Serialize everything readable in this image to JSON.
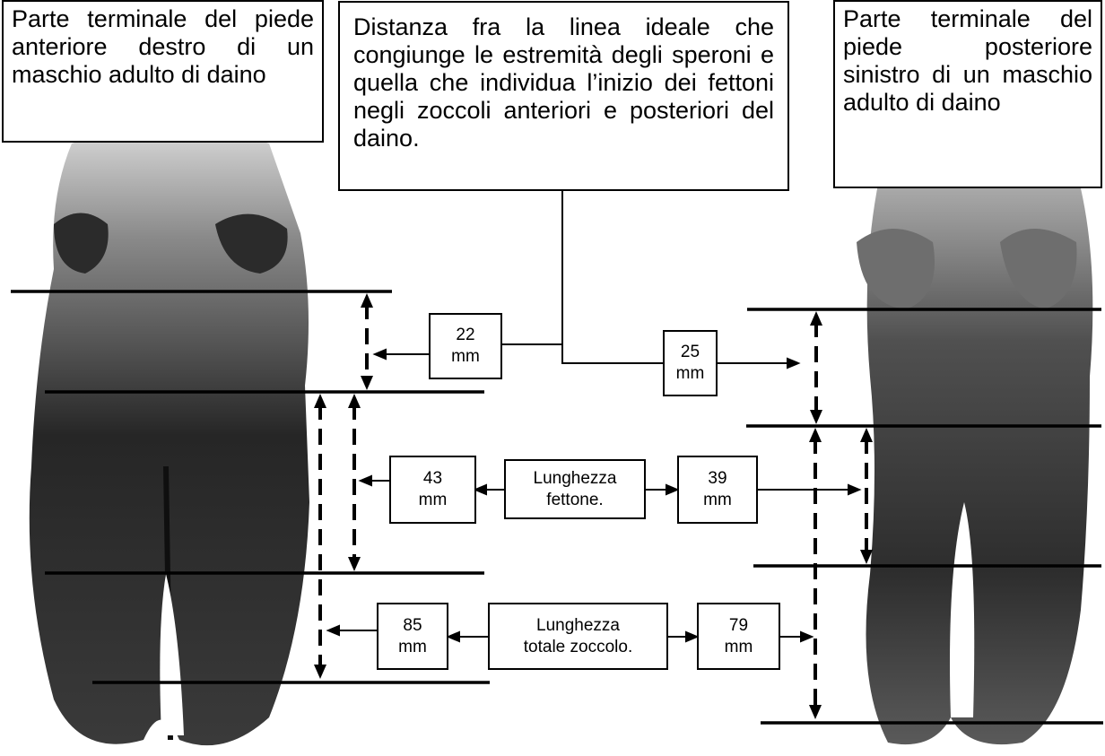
{
  "captions": {
    "front_foot": "Parte terminale del piede anteriore destro di un maschio adulto di daino",
    "distance_def": "Distanza fra la linea ideale che congiunge le estremità degli speroni e quella che individua l’inizio dei fettoni negli zoccoli anteriori e posteriori del daino.",
    "hind_foot": "Parte terminale del piede posteriore sinistro di un maschio adulto di daino"
  },
  "measures": {
    "front_dewclaw": {
      "value": "22",
      "unit": "mm"
    },
    "hind_dewclaw": {
      "value": "25",
      "unit": "mm"
    },
    "front_frog": {
      "value": "43",
      "unit": "mm"
    },
    "hind_frog": {
      "value": "39",
      "unit": "mm"
    },
    "front_total": {
      "value": "85",
      "unit": "mm"
    },
    "hind_total": {
      "value": "79",
      "unit": "mm"
    }
  },
  "labels": {
    "frog_length": {
      "line1": "Lunghezza",
      "line2": "fettone."
    },
    "total_length": {
      "line1": "Lunghezza",
      "line2": "totale zoccolo."
    }
  },
  "colors": {
    "ink": "#000000",
    "background": "#ffffff"
  }
}
